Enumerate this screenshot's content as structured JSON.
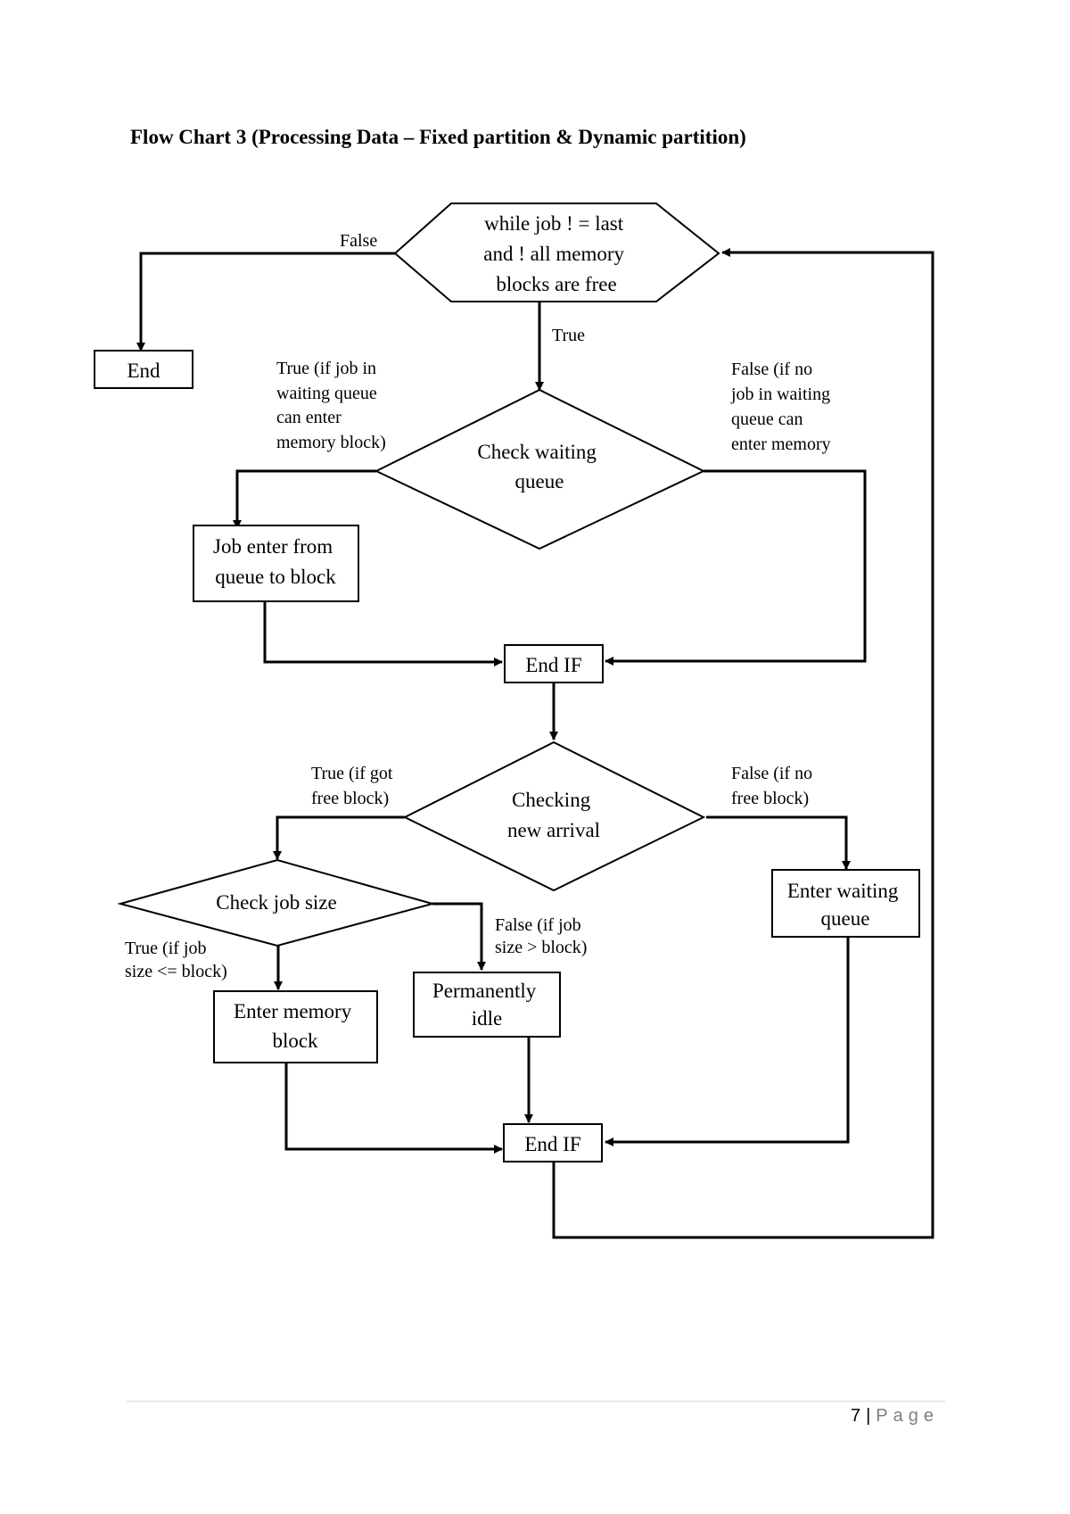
{
  "title": "Flow Chart 3 (Processing Data – Fixed partition & Dynamic partition)",
  "nodes": {
    "while_loop": [
      "while job ! = last",
      "and ! all memory",
      "blocks are free"
    ],
    "end": [
      "End"
    ],
    "check_waiting_queue": [
      "Check waiting",
      "queue"
    ],
    "job_enter_from_queue": [
      "Job enter from",
      "queue to block"
    ],
    "end_if_1": [
      "End IF"
    ],
    "checking_new_arrival": [
      "Checking",
      "new arrival"
    ],
    "check_job_size": [
      "Check job size"
    ],
    "enter_waiting_queue": [
      "Enter waiting",
      "queue"
    ],
    "enter_memory_block": [
      "Enter memory",
      "block"
    ],
    "permanently_idle": [
      "Permanently",
      "idle"
    ],
    "end_if_2": [
      "End IF"
    ]
  },
  "edges": {
    "loop_false": [
      "False"
    ],
    "loop_true": [
      "True"
    ],
    "queue_true": [
      "True (if job in",
      "waiting queue",
      "can enter",
      "memory block)"
    ],
    "queue_false": [
      "False (if  no",
      "job in waiting",
      "queue can",
      "enter memory"
    ],
    "arrival_true": [
      "True (if got",
      "free block)"
    ],
    "arrival_false": [
      "False (if no",
      "free block)"
    ],
    "size_false": [
      "False (if job",
      "size > block)"
    ],
    "size_true": [
      "True (if job",
      "size <= block)"
    ]
  },
  "footer": {
    "page_number": "7",
    "separator": "|",
    "page_label": "Page"
  }
}
